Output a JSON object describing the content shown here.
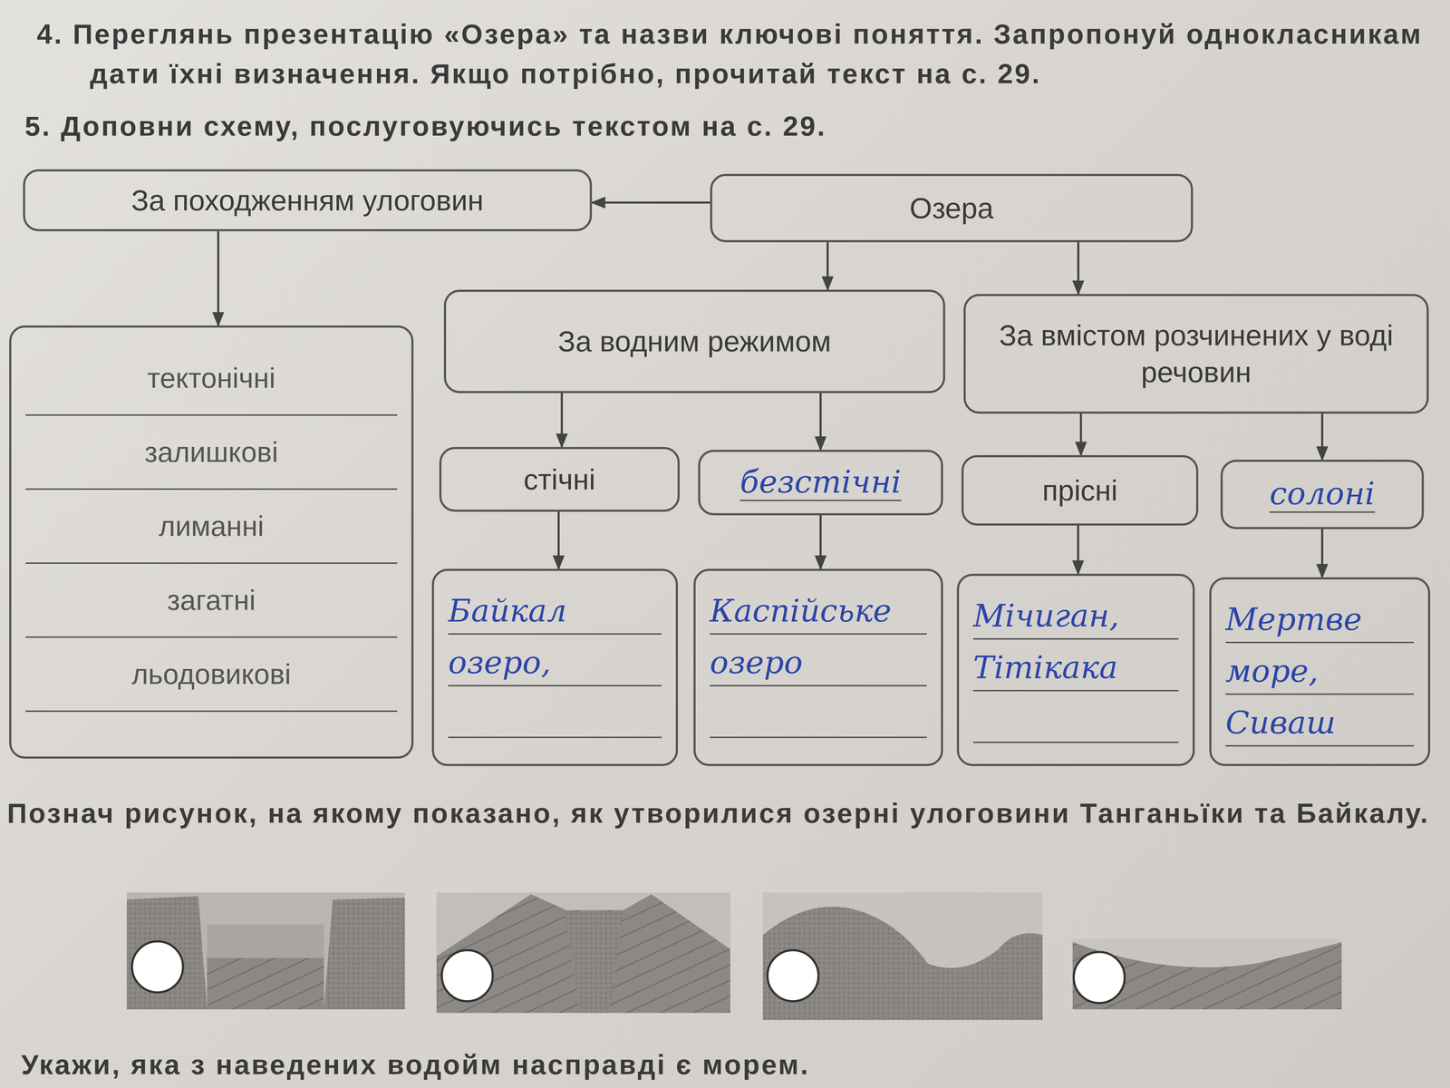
{
  "diagram": {
    "nodes": [
      {
        "text": [
          "Озера"
        ]
      },
      {
        "text": [
          "За походженням улоговин"
        ]
      },
      {
        "text": [
          "тектонічні",
          "залишкові",
          "лиманні",
          "загатні",
          "льодовикові"
        ]
      },
      {
        "text": [
          "За водним режимом"
        ]
      },
      {
        "text": [
          "За вмістом розчинених у воді речовин"
        ]
      },
      {
        "text": [
          "стічні"
        ]
      },
      {
        "text": [
          "безстічні"
        ]
      },
      {
        "text": [
          "прісні"
        ]
      },
      {
        "text": [
          "солоні"
        ]
      },
      {
        "text": [
          "Байкал озеро,"
        ]
      },
      {
        "text": [
          "Каспійське озеро"
        ]
      },
      {
        "text": [
          "Мічиган, Тітікака"
        ]
      },
      {
        "text": [
          "Мертве море, Сиваш"
        ]
      }
    ],
    "edges": [
      {
        "from": 0,
        "to": 1,
        "arrow": "to"
      },
      {
        "from": 1,
        "to": 2,
        "arrow": "to"
      },
      {
        "from": 0,
        "to": 3,
        "arrow": "to"
      },
      {
        "from": 0,
        "to": 4,
        "arrow": "to"
      },
      {
        "from": 3,
        "to": 5,
        "arrow": "to"
      },
      {
        "from": 3,
        "to": 6,
        "arrow": "to"
      },
      {
        "from": 4,
        "to": 7,
        "arrow": "to"
      },
      {
        "from": 4,
        "to": 8,
        "arrow": "to"
      },
      {
        "from": 5,
        "to": 9,
        "arrow": "to"
      },
      {
        "from": 6,
        "to": 10,
        "arrow": "to"
      },
      {
        "from": 7,
        "to": 11,
        "arrow": "to"
      },
      {
        "from": 8,
        "to": 12,
        "arrow": "to"
      }
    ],
    "labels": [
      "4. Переглянь презентацію «Озера» та назви ключові поняття. Запропонуй однокласникам дати їхні визначення. Якщо потрібно, прочитай текст на с. 29.",
      "5. Доповни схему, послуговуючись текстом на с. 29.",
      "Познач рисунок, на якому показано, як утворилися озерні улоговини Танганьїки та Байкалу.",
      "Укажи, яка з наведених водойм насправді є морем."
    ]
  }
}
